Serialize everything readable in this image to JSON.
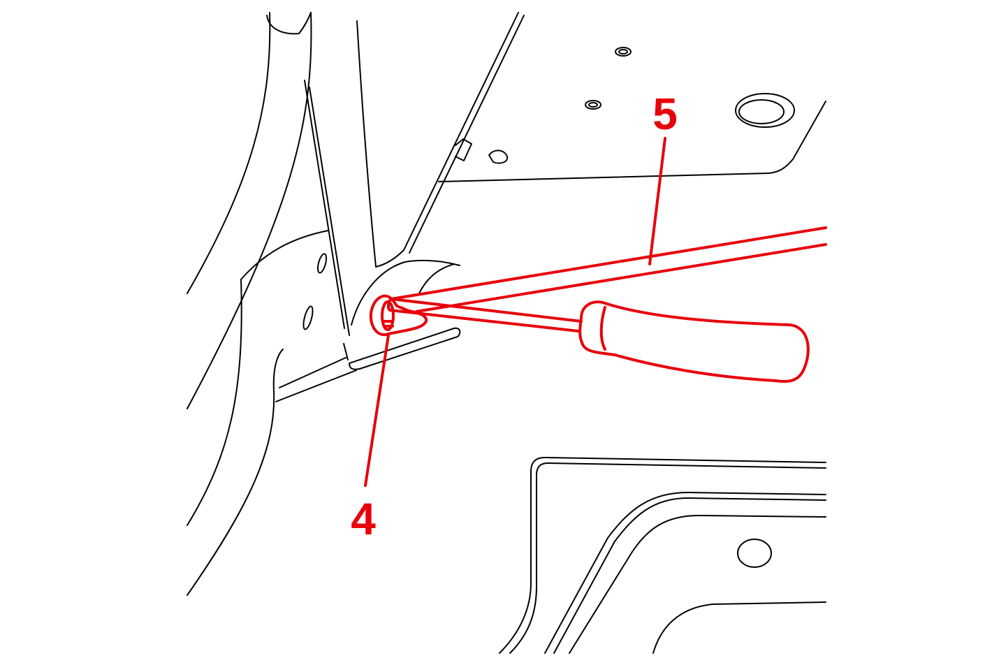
{
  "colors": {
    "line_art": "#000000",
    "highlight": "#e8000b",
    "background": "#ffffff"
  },
  "callouts": [
    {
      "id": "4",
      "label": "4",
      "refers_to": "fastener"
    },
    {
      "id": "5",
      "label": "5",
      "refers_to": "screwdriver"
    }
  ]
}
